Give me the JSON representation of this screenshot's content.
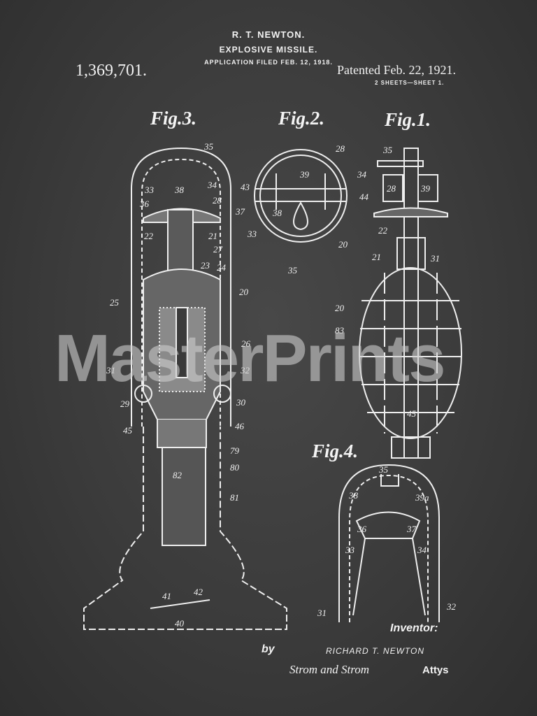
{
  "header": {
    "inventor_name": "R. T. NEWTON.",
    "title": "EXPLOSIVE MISSILE.",
    "application": "APPLICATION FILED FEB. 12, 1918.",
    "patent_number": "1,369,701.",
    "patented": "Patented Feb. 22, 1921.",
    "sheets": "2 SHEETS—SHEET 1."
  },
  "figures": {
    "fig3": "Fig.3.",
    "fig2": "Fig.2.",
    "fig1": "Fig.1.",
    "fig4": "Fig.4."
  },
  "labels": {
    "fig3": [
      "35",
      "33",
      "38",
      "34",
      "36",
      "28",
      "37",
      "22",
      "21",
      "27",
      "23",
      "24",
      "20",
      "25",
      "26",
      "31",
      "32",
      "29",
      "30",
      "45",
      "46",
      "79",
      "80",
      "82",
      "81",
      "41",
      "42",
      "40"
    ],
    "fig2": [
      "28",
      "39",
      "34",
      "43",
      "44",
      "38",
      "33",
      "20",
      "35"
    ],
    "fig1": [
      "35",
      "28",
      "39",
      "22",
      "21",
      "31",
      "20",
      "83",
      "45"
    ],
    "fig4": [
      "35",
      "38",
      "39a",
      "36",
      "37",
      "33",
      "34",
      "31",
      "32"
    ]
  },
  "footer": {
    "inventor_label": "Inventor:",
    "by": "by",
    "inventor_signature": "RICHARD T. NEWTON",
    "attorneys_signature": "Strom and Strom",
    "attys": "Attys"
  },
  "watermark": "MasterPrints"
}
